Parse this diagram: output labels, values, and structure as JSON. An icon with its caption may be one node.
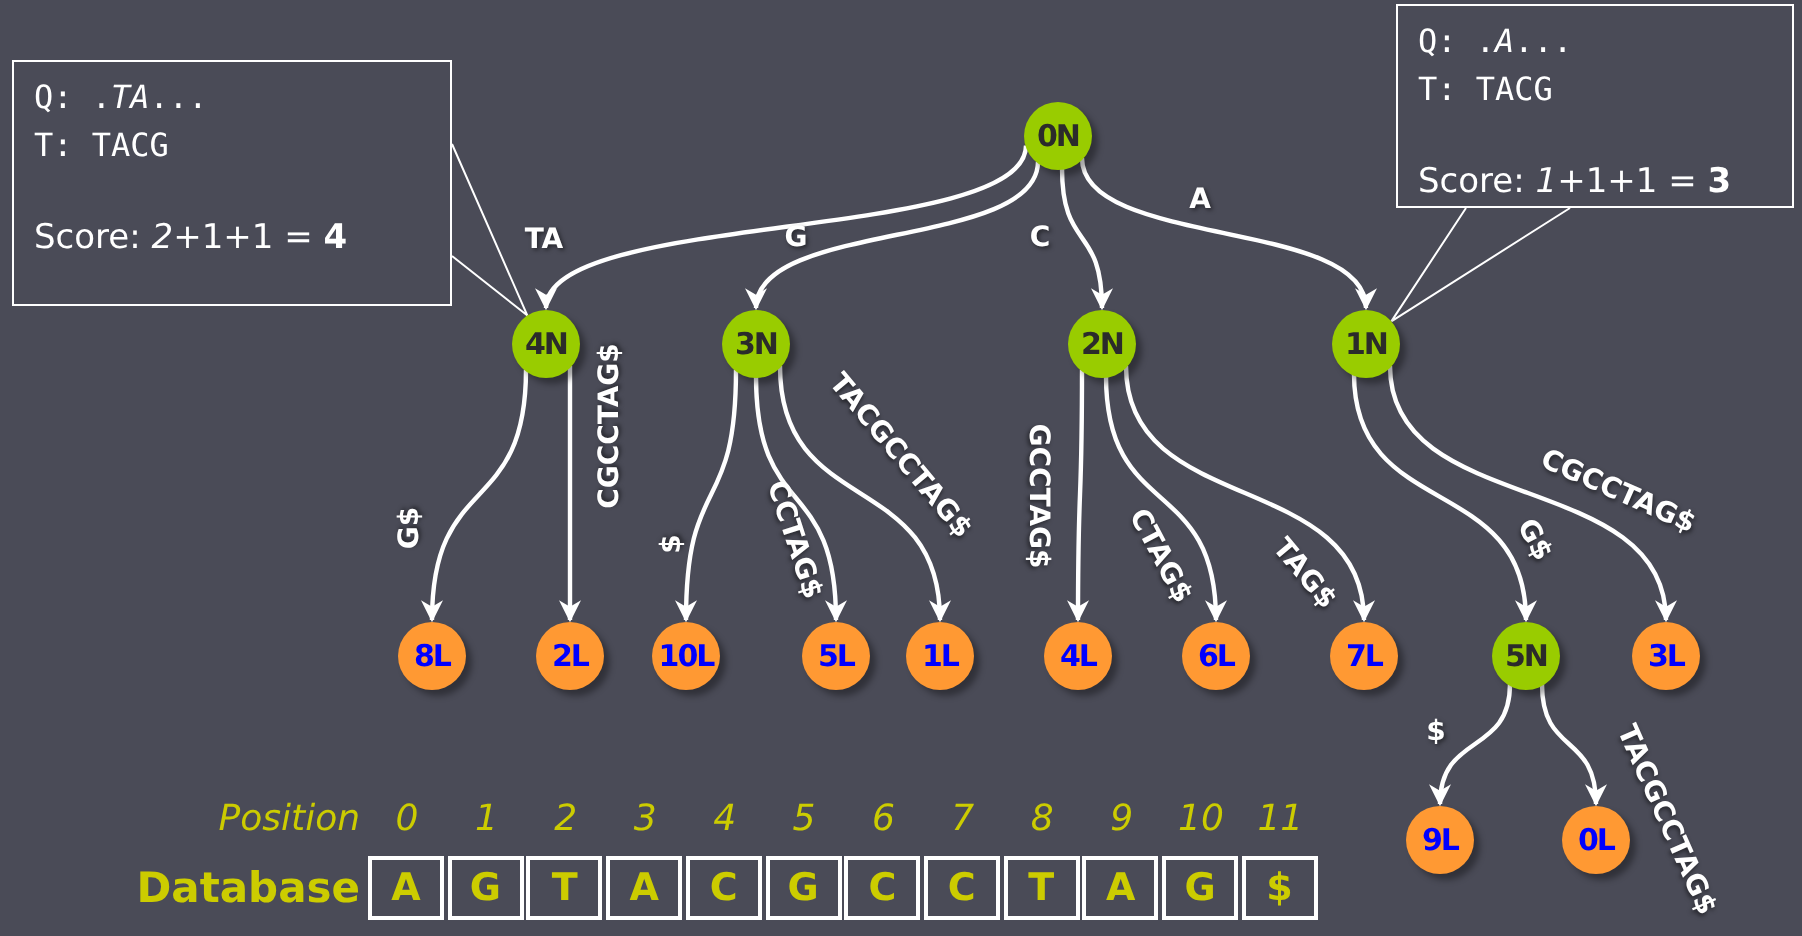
{
  "diagram": {
    "nodes": [
      {
        "text": [
          "Q: .*TA*...",
          "T: TACG",
          "Score: *2*+1+1 = **4**"
        ]
      },
      {
        "text": [
          "Q: .*A*...",
          "T: TACG",
          "Score: *1*+1+1 = **3**"
        ]
      },
      {
        "text": [
          "0N"
        ]
      },
      {
        "text": [
          "4N"
        ]
      },
      {
        "text": [
          "3N"
        ]
      },
      {
        "text": [
          "2N"
        ]
      },
      {
        "text": [
          "1N"
        ]
      },
      {
        "text": [
          "8L"
        ]
      },
      {
        "text": [
          "2L"
        ]
      },
      {
        "text": [
          "10L"
        ]
      },
      {
        "text": [
          "5L"
        ]
      },
      {
        "text": [
          "1L"
        ]
      },
      {
        "text": [
          "4L"
        ]
      },
      {
        "text": [
          "6L"
        ]
      },
      {
        "text": [
          "7L"
        ]
      },
      {
        "text": [
          "5N"
        ]
      },
      {
        "text": [
          "3L"
        ]
      },
      {
        "text": [
          "9L"
        ]
      },
      {
        "text": [
          "0L"
        ]
      }
    ],
    "edges": [
      {
        "from": 0,
        "to": 3,
        "arrow": "none"
      },
      {
        "from": 1,
        "to": 6,
        "arrow": "none"
      },
      {
        "from": 2,
        "to": 3,
        "arrow": "to",
        "label": "TA"
      },
      {
        "from": 2,
        "to": 4,
        "arrow": "to",
        "label": "G"
      },
      {
        "from": 2,
        "to": 5,
        "arrow": "to",
        "label": "C"
      },
      {
        "from": 2,
        "to": 6,
        "arrow": "to",
        "label": "A"
      },
      {
        "from": 3,
        "to": 7,
        "arrow": "to",
        "label": "G$"
      },
      {
        "from": 3,
        "to": 8,
        "arrow": "to",
        "label": "CGCCTAG$"
      },
      {
        "from": 4,
        "to": 9,
        "arrow": "to",
        "label": "$"
      },
      {
        "from": 4,
        "to": 10,
        "arrow": "to",
        "label": "CCTAG$"
      },
      {
        "from": 4,
        "to": 11,
        "arrow": "to",
        "label": "TACGCCTAG$"
      },
      {
        "from": 5,
        "to": 12,
        "arrow": "to",
        "label": "GCCTAG$"
      },
      {
        "from": 5,
        "to": 13,
        "arrow": "to",
        "label": "CTAG$"
      },
      {
        "from": 5,
        "to": 14,
        "arrow": "to",
        "label": "TAG$"
      },
      {
        "from": 6,
        "to": 15,
        "arrow": "to",
        "label": "G$"
      },
      {
        "from": 6,
        "to": 16,
        "arrow": "to",
        "label": "CGCCTAG$"
      },
      {
        "from": 15,
        "to": 17,
        "arrow": "to",
        "label": "$"
      },
      {
        "from": 15,
        "to": 18,
        "arrow": "to",
        "label": "TACGCCTAG$"
      }
    ],
    "labels": [
      "Position",
      "0",
      "1",
      "2",
      "3",
      "4",
      "5",
      "6",
      "7",
      "8",
      "9",
      "10",
      "11",
      "Database",
      "A",
      "G",
      "T",
      "A",
      "C",
      "G",
      "C",
      "C",
      "T",
      "A",
      "G",
      "$"
    ]
  }
}
